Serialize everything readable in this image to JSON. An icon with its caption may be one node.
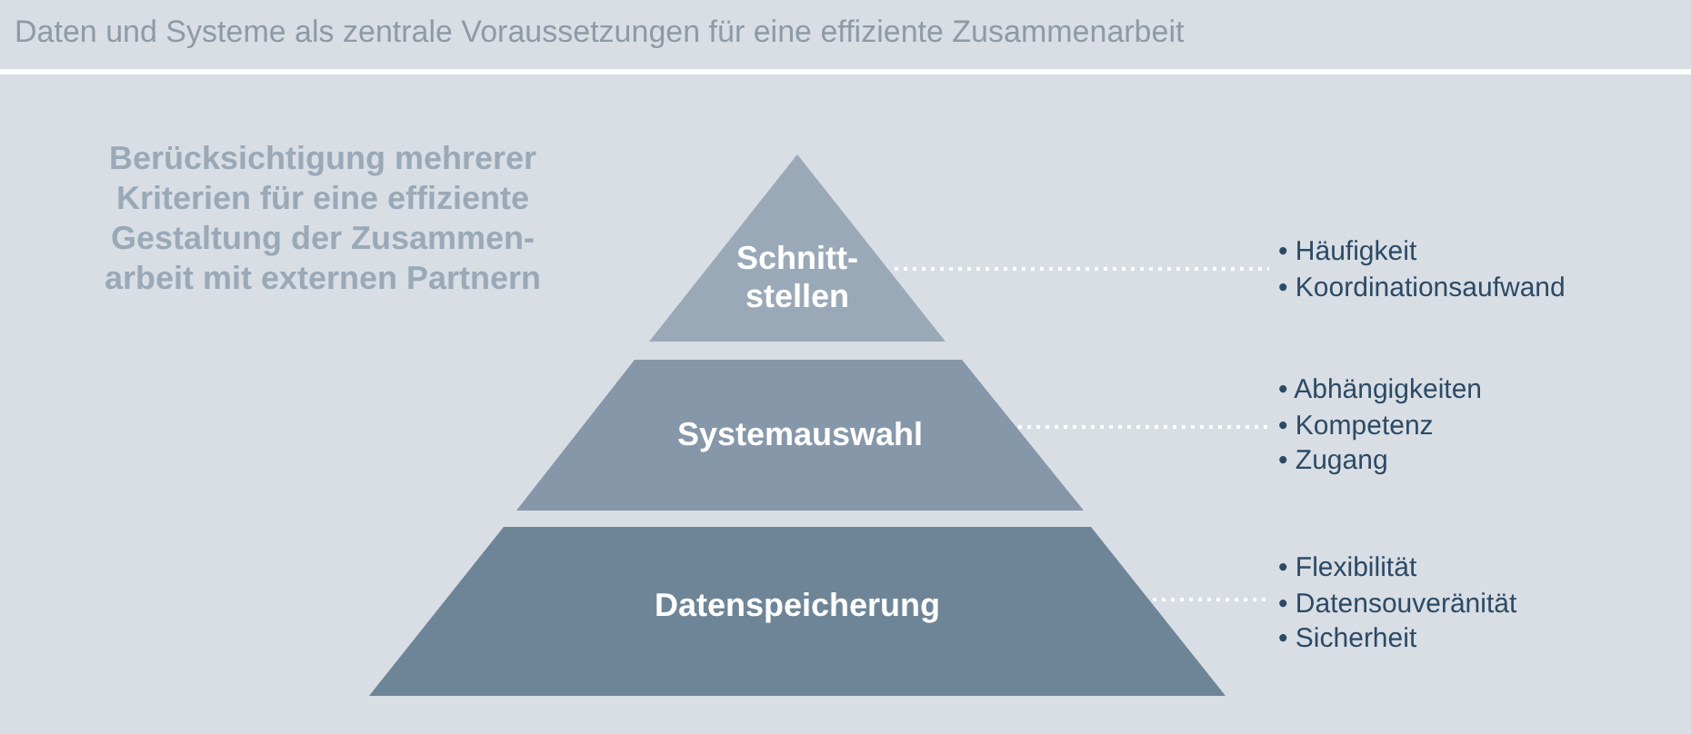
{
  "diagram": {
    "title": "Daten und Systeme als zentrale Voraussetzungen für eine effiziente Zusammenarbeit",
    "nodes": [
      {
        "text": [
          "Schnitt- stellen"
        ]
      },
      {
        "text": [
          "Systemauswahl"
        ]
      },
      {
        "text": [
          "Datenspeicherung"
        ]
      },
      {
        "text": [
          "• Häufigkeit",
          "• Koordinationsaufwand"
        ]
      },
      {
        "text": [
          "• Abhängigkeiten",
          "• Kompetenz",
          "• Zugang"
        ]
      },
      {
        "text": [
          "• Flexibilität",
          "• Datensouveränität",
          "• Sicherheit"
        ]
      }
    ],
    "edges": [
      {
        "from": 0,
        "to": 3,
        "arrow": "none",
        "style": "dashed"
      },
      {
        "from": 1,
        "to": 4,
        "arrow": "none",
        "style": "dashed"
      },
      {
        "from": 2,
        "to": 5,
        "arrow": "none",
        "style": "dashed"
      }
    ],
    "labels": [
      "Berücksichtigung mehrerer Kriterien für eine effiziente Gestaltung der Zusammen- arbeit mit externen Partnern"
    ]
  }
}
